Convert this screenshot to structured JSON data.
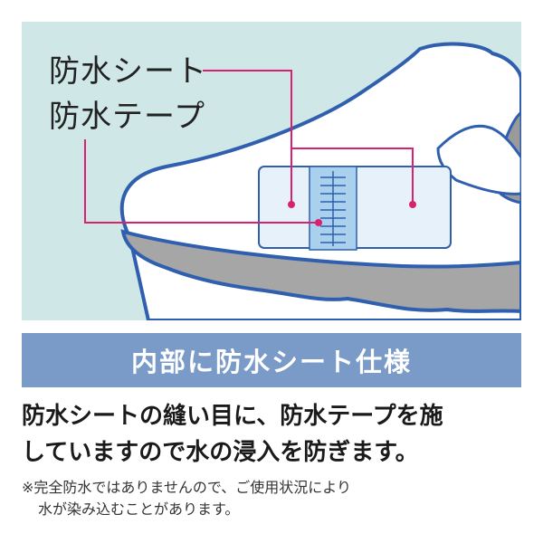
{
  "colors": {
    "panel_background": "#cfe7e6",
    "shoe_outline": "#2f5fae",
    "sole_gray": "#a6a6a6",
    "sheet_fill": "#e6f1fa",
    "tape_fill": "#a9d1ee",
    "callout_line": "#d9226f",
    "banner_background": "#7a9bc8"
  },
  "diagram": {
    "callouts": {
      "sheet": "防水シート",
      "tape": "防水テープ"
    }
  },
  "banner": {
    "text": "内部に防水シート仕様"
  },
  "description": {
    "line1": "防水シートの縫い目に、防水テープを施",
    "line2": "していますので水の浸入を防ぎます。"
  },
  "note": {
    "line1": "※完全防水ではありませんので、ご使用状況により",
    "line2": "水が染み込むことがあります。"
  }
}
